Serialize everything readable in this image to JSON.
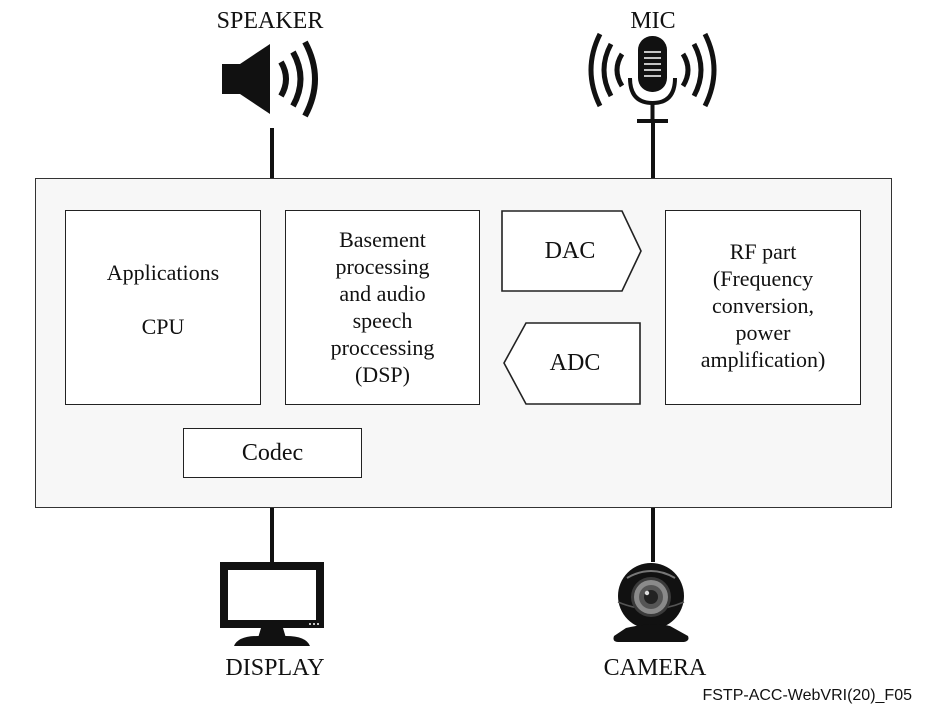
{
  "peripherals": {
    "speaker": "SPEAKER",
    "mic": "MIC",
    "display": "DISPLAY",
    "camera": "CAMERA"
  },
  "blocks": {
    "applications": {
      "lines": [
        "Applications",
        "CPU"
      ]
    },
    "dsp": {
      "lines": [
        "Basement",
        "processing",
        "and audio",
        "speech",
        "proccessing",
        "(DSP)"
      ]
    },
    "dac": "DAC",
    "adc": "ADC",
    "rf": {
      "lines": [
        "RF part",
        "(Frequency",
        "conversion,",
        "power",
        "amplification)"
      ]
    },
    "codec": "Codec"
  },
  "figure_id": "FSTP-ACC-WebVRI(20)_F05"
}
